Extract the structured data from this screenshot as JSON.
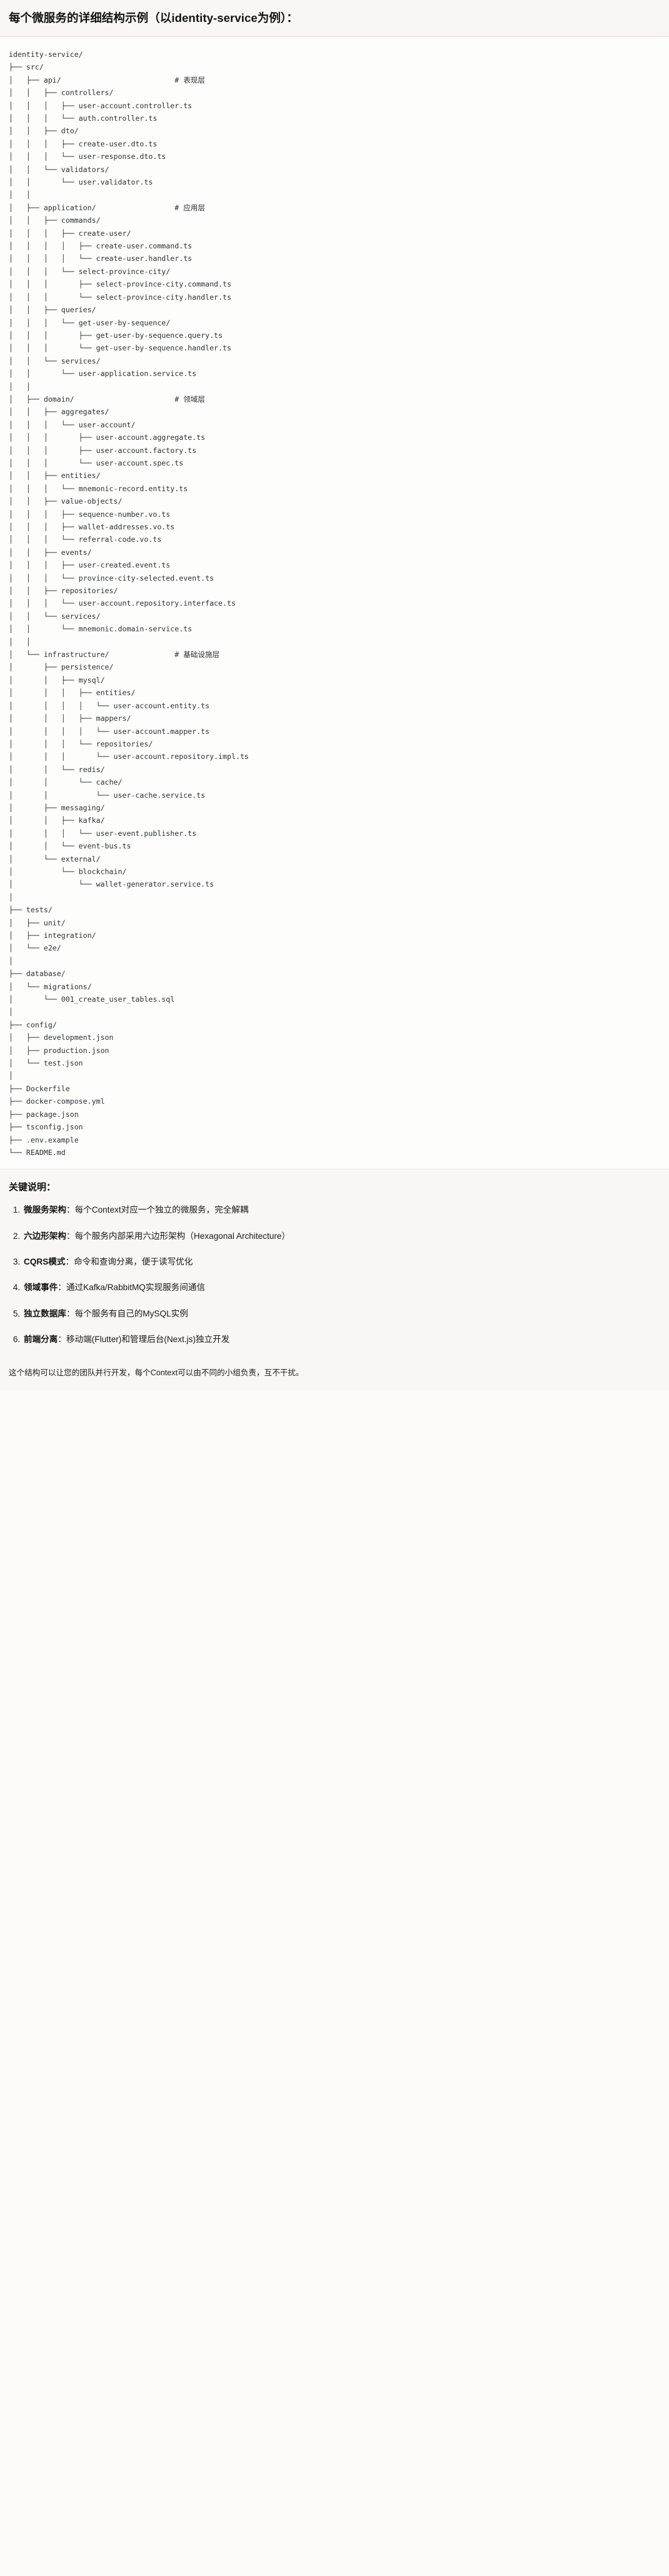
{
  "header": {
    "title": "每个微服务的详细结构示例（以identity-service为例）："
  },
  "tree": {
    "root": "identity-service/",
    "text": "identity-service/\n├── src/\n│   ├── api/                          # 表现层\n│   │   ├── controllers/\n│   │   │   ├── user-account.controller.ts\n│   │   │   └── auth.controller.ts\n│   │   ├── dto/\n│   │   │   ├── create-user.dto.ts\n│   │   │   └── user-response.dto.ts\n│   │   └── validators/\n│   │       └── user.validator.ts\n│   │\n│   ├── application/                  # 应用层\n│   │   ├── commands/\n│   │   │   ├── create-user/\n│   │   │   │   ├── create-user.command.ts\n│   │   │   │   └── create-user.handler.ts\n│   │   │   └── select-province-city/\n│   │   │       ├── select-province-city.command.ts\n│   │   │       └── select-province-city.handler.ts\n│   │   ├── queries/\n│   │   │   └── get-user-by-sequence/\n│   │   │       ├── get-user-by-sequence.query.ts\n│   │   │       └── get-user-by-sequence.handler.ts\n│   │   └── services/\n│   │       └── user-application.service.ts\n│   │\n│   ├── domain/                       # 领域层\n│   │   ├── aggregates/\n│   │   │   └── user-account/\n│   │   │       ├── user-account.aggregate.ts\n│   │   │       ├── user-account.factory.ts\n│   │   │       └── user-account.spec.ts\n│   │   ├── entities/\n│   │   │   └── mnemonic-record.entity.ts\n│   │   ├── value-objects/\n│   │   │   ├── sequence-number.vo.ts\n│   │   │   ├── wallet-addresses.vo.ts\n│   │   │   └── referral-code.vo.ts\n│   │   ├── events/\n│   │   │   ├── user-created.event.ts\n│   │   │   └── province-city-selected.event.ts\n│   │   ├── repositories/\n│   │   │   └── user-account.repository.interface.ts\n│   │   └── services/\n│   │       └── mnemonic.domain-service.ts\n│   │\n│   └── infrastructure/               # 基础设施层\n│       ├── persistence/\n│       │   ├── mysql/\n│       │   │   ├── entities/\n│       │   │   │   └── user-account.entity.ts\n│       │   │   ├── mappers/\n│       │   │   │   └── user-account.mapper.ts\n│       │   │   └── repositories/\n│       │   │       └── user-account.repository.impl.ts\n│       │   └── redis/\n│       │       └── cache/\n│       │           └── user-cache.service.ts\n│       ├── messaging/\n│       │   ├── kafka/\n│       │   │   └── user-event.publisher.ts\n│       │   └── event-bus.ts\n│       └── external/\n│           └── blockchain/\n│               └── wallet-generator.service.ts\n│\n├── tests/\n│   ├── unit/\n│   ├── integration/\n│   └── e2e/\n│\n├── database/\n│   └── migrations/\n│       └── 001_create_user_tables.sql\n│\n├── config/\n│   ├── development.json\n│   ├── production.json\n│   └── test.json\n│\n├── Dockerfile\n├── docker-compose.yml\n├── package.json\n├── tsconfig.json\n├── .env.example\n└── README.md",
    "comments": [
      "# 表现层",
      "# 应用层",
      "# 领域层",
      "# 基础设施层"
    ]
  },
  "keys": {
    "title": "关键说明：",
    "items": [
      {
        "term": "微服务架构",
        "sep": "：",
        "desc": "每个Context对应一个独立的微服务，完全解耦"
      },
      {
        "term": "六边形架构",
        "sep": "：",
        "desc": "每个服务内部采用六边形架构（Hexagonal Architecture）"
      },
      {
        "term": "CQRS模式",
        "sep": "：",
        "desc": "命令和查询分离，便于读写优化"
      },
      {
        "term": "领域事件",
        "sep": "：",
        "desc": "通过Kafka/RabbitMQ实现服务间通信"
      },
      {
        "term": "独立数据库",
        "sep": "：",
        "desc": "每个服务有自己的MySQL实例"
      },
      {
        "term": "前端分离",
        "sep": "：",
        "desc": "移动端(Flutter)和管理后台(Next.js)独立开发"
      }
    ]
  },
  "closing": {
    "text": "这个结构可以让您的团队并行开发，每个Context可以由不同的小组负责，互不干扰。"
  },
  "colors": {
    "page_bg": "#fbfaf8",
    "code_bg": "#fdfdfc",
    "text": "#1b1b1b",
    "code_text": "#2b2f33",
    "divider": "#e3e1dc"
  }
}
